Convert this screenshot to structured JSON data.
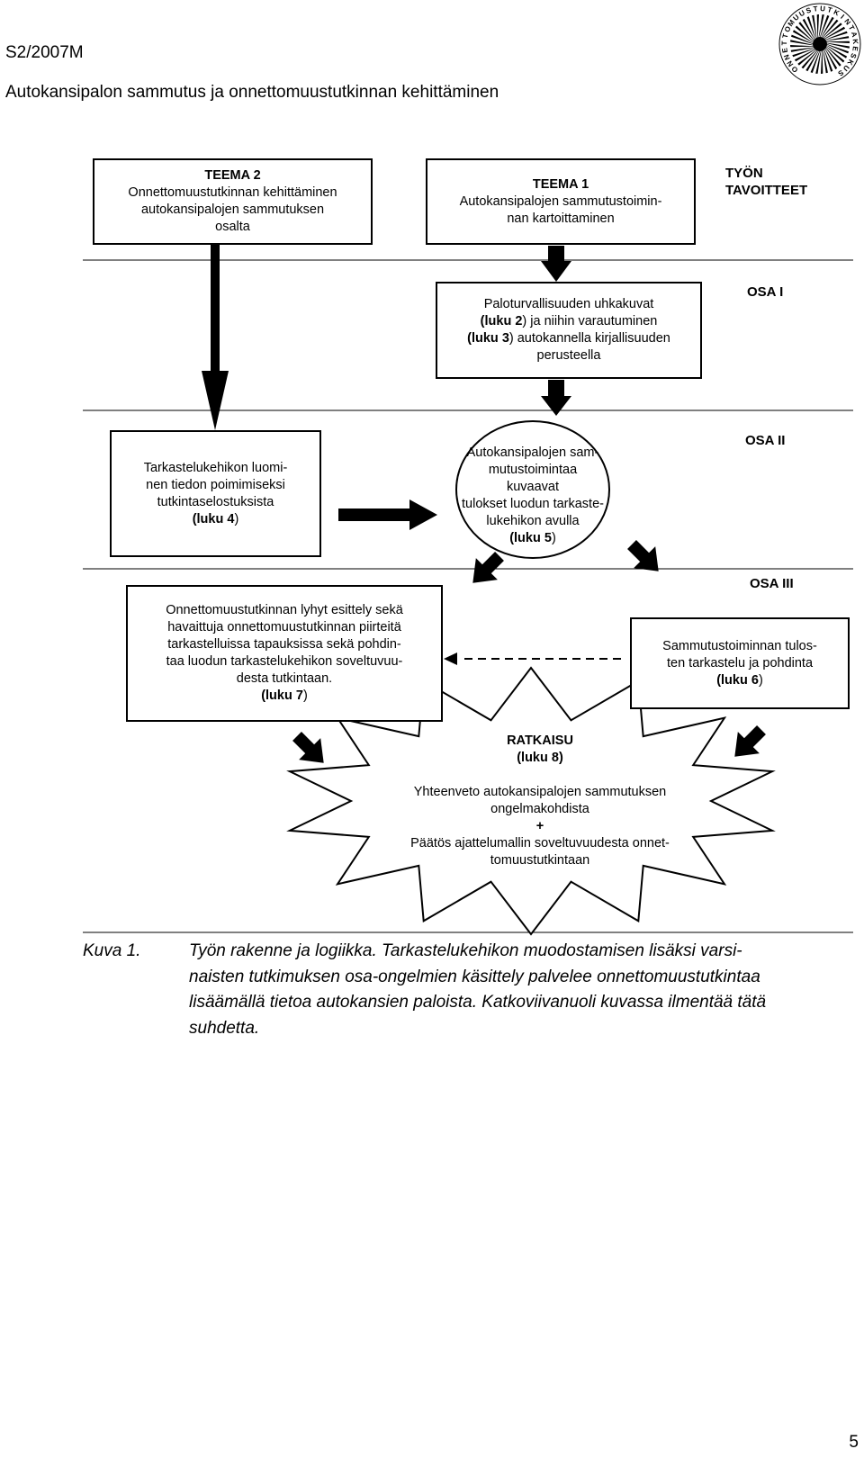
{
  "header": {
    "report_id": "S2/2007M",
    "report_title": "Autokansipalon sammutus ja onnettomuustutkinnan kehittäminen"
  },
  "logo": {
    "ring_text": "ONNETTOMUUSTUTKINTAKESKUS"
  },
  "diagram": {
    "teema2": {
      "title": "TEEMA 2",
      "lines": [
        "Onnettomuustutkinnan kehittäminen",
        "autokansipalojen sammutuksen",
        "osalta"
      ]
    },
    "teema1": {
      "title": "TEEMA 1",
      "lines": [
        "Autokansipalojen sammutustoimin-",
        "nan kartoittaminen"
      ]
    },
    "goals_label": [
      "TYÖN",
      "TAVOITTEET"
    ],
    "osa1": "OSA I",
    "osa2": "OSA II",
    "osa3": "OSA III",
    "box_luku23": {
      "l1": "Paloturvallisuuden uhkakuvat",
      "l2_b": "(luku 2",
      "l2_r": ") ja niihin varautuminen",
      "l3_b": "(luku 3",
      "l3_r": ") autokannella kirjallisuuden",
      "l4": "perusteella"
    },
    "box_luku4": {
      "lines": [
        "Tarkastelukehikon luomi-",
        "nen tiedon poimimiseksi",
        "tutkintaselostuksista"
      ],
      "ref_b": "(luku 4",
      "ref_r": ")"
    },
    "ellipse_luku5": {
      "lines": [
        "Autokansipalojen sam-",
        "mutustoimintaa kuvaavat",
        "tulokset luodun tarkaste-",
        "lukehikon avulla"
      ],
      "ref_b": "(luku 5",
      "ref_r": ")"
    },
    "box_luku7": {
      "lines": [
        "Onnettomuustutkinnan lyhyt esittely sekä",
        "havaittuja onnettomuustutkinnan piirteitä",
        "tarkastelluissa tapauksissa sekä pohdin-",
        "taa luodun tarkastelukehikon soveltuvuu-",
        "desta tutkintaan."
      ],
      "ref_b": "(luku 7",
      "ref_r": ")"
    },
    "box_luku6": {
      "lines": [
        "Sammutustoiminnan tulos-",
        "ten tarkastelu ja pohdinta"
      ],
      "ref_b": "(luku 6",
      "ref_r": ")"
    },
    "star": {
      "title": "RATKAISU",
      "ref": "(luku 8)",
      "lines": [
        "Yhteenveto autokansipalojen sammutuksen",
        "ongelmakohdista"
      ],
      "plus": "+",
      "lines2": [
        "Päätös ajattelumallin soveltuvuudesta onnet-",
        "tomuustutkintaan"
      ]
    }
  },
  "caption": {
    "label": "Kuva 1.",
    "lines": [
      "Työn rakenne ja logiikka. Tarkastelukehikon muodostamisen lisäksi varsi-",
      "naisten tutkimuksen osa-ongelmien käsittely palvelee onnettomuustutkintaa",
      "lisäämällä tietoa autokansien paloista. Katkoviivanuoli kuvassa ilmentää tätä",
      "suhdetta."
    ]
  },
  "page_number": "5"
}
